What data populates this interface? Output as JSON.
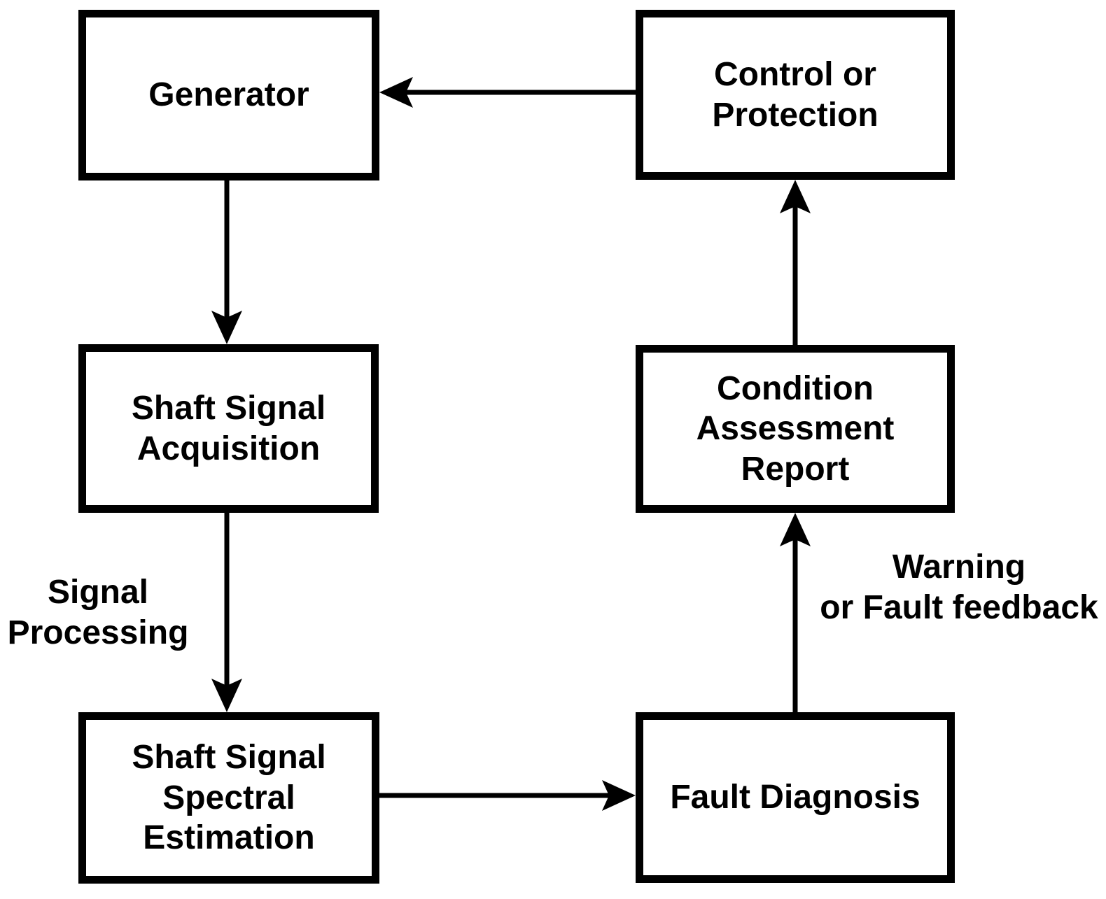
{
  "diagram": {
    "title": "Generator shaft-signal condition monitoring flowchart",
    "colors": {
      "box_border": "#000000",
      "box_fill": "#ffffff",
      "text": "#000000",
      "arrow": "#000000",
      "background": "#ffffff"
    },
    "nodes": {
      "generator": {
        "label": "Generator"
      },
      "control_or_protection": {
        "label": "Control or\nProtection"
      },
      "shaft_signal_acquisition": {
        "label": "Shaft Signal\nAcquisition"
      },
      "condition_assessment_report": {
        "label": "Condition\nAssessment\nReport"
      },
      "shaft_signal_spectral_estimation": {
        "label": "Shaft Signal\nSpectral\nEstimation"
      },
      "fault_diagnosis": {
        "label": "Fault Diagnosis"
      }
    },
    "edge_labels": {
      "signal_processing": {
        "label": "Signal\nProcessing"
      },
      "warning_or_fault_feedback": {
        "label": "Warning\nor Fault feedback"
      }
    },
    "edges": [
      {
        "from": "control_or_protection",
        "to": "generator",
        "direction": "left",
        "label": ""
      },
      {
        "from": "generator",
        "to": "shaft_signal_acquisition",
        "direction": "down",
        "label": ""
      },
      {
        "from": "shaft_signal_acquisition",
        "to": "shaft_signal_spectral_estimation",
        "direction": "down",
        "label": "Signal Processing"
      },
      {
        "from": "shaft_signal_spectral_estimation",
        "to": "fault_diagnosis",
        "direction": "right",
        "label": ""
      },
      {
        "from": "fault_diagnosis",
        "to": "condition_assessment_report",
        "direction": "up",
        "label": "Warning or Fault feedback"
      },
      {
        "from": "condition_assessment_report",
        "to": "control_or_protection",
        "direction": "up",
        "label": ""
      }
    ]
  }
}
